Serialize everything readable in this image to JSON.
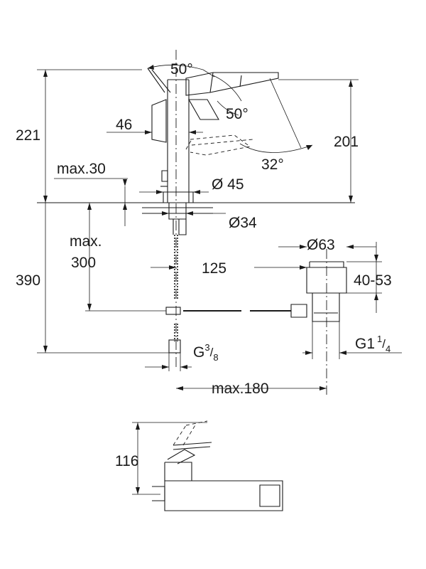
{
  "drawing": {
    "dimensions": {
      "angle_spout_top": "50°",
      "angle_spout_side": "50°",
      "angle_lever": "32°",
      "height_total": "221",
      "height_spout": "201",
      "spout_reach_offset": "46",
      "deck_thickness": "max.30",
      "base_diameter": "Ø 45",
      "hole_diameter": "Ø34",
      "supply_length_line1": "max.",
      "supply_length_line2": "300",
      "below_deck": "390",
      "waste_offset": "125",
      "waste_diameter": "Ø63",
      "waste_height": "40-53",
      "connection_supply_base": "G",
      "connection_supply_num": "3",
      "connection_supply_den": "8",
      "connection_waste_base": "G1",
      "connection_waste_num": "1",
      "connection_waste_den": "4",
      "waste_reach": "max.180",
      "side_view_height": "116"
    }
  }
}
